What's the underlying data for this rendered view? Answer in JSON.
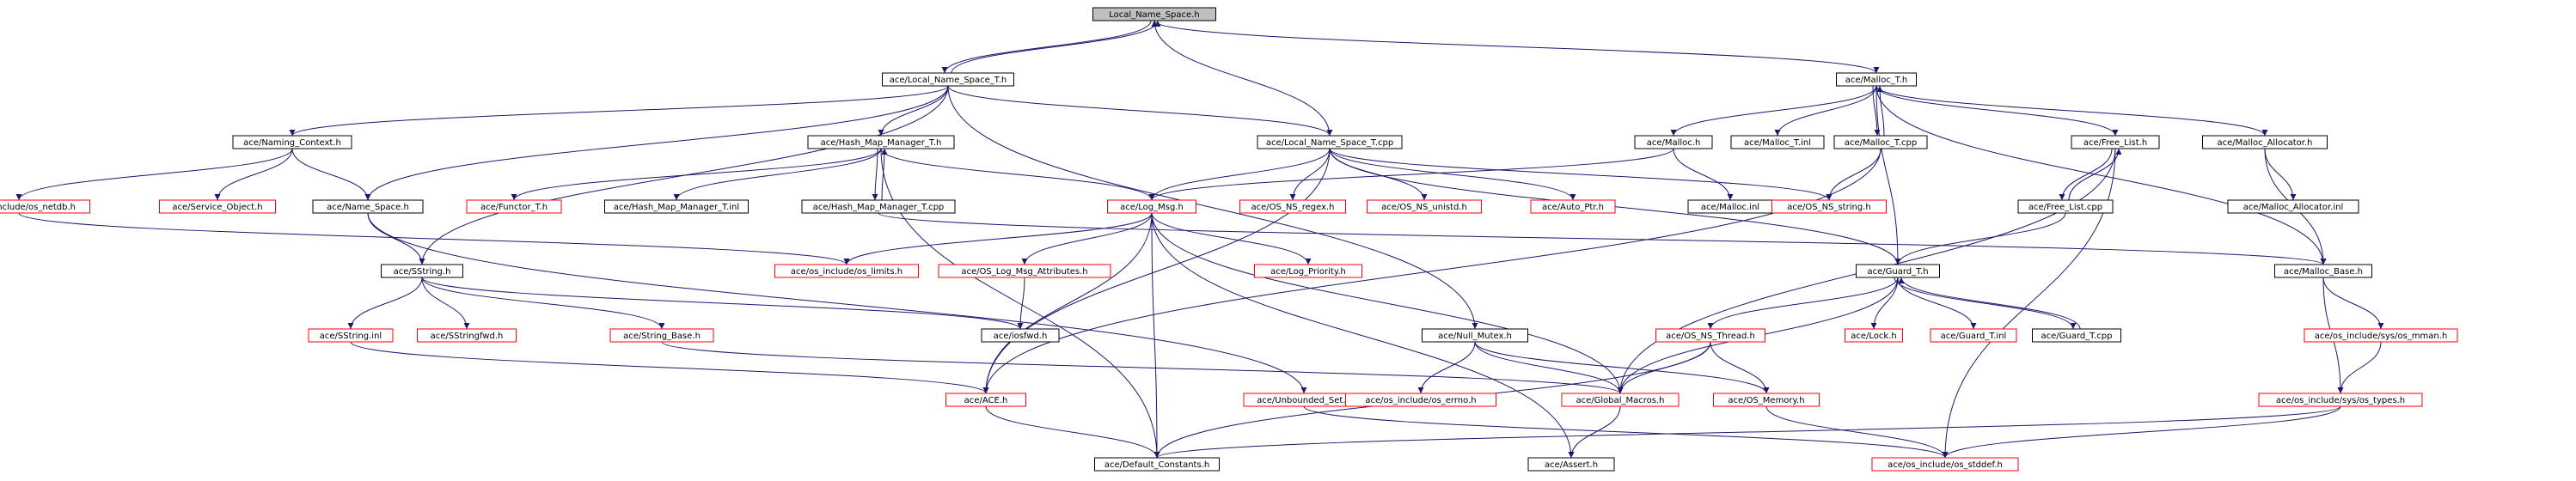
{
  "colors": {
    "edge": "#191970",
    "root_fill": "#bfbfbf",
    "node_border": "#000000",
    "missing_border": "#ff0000"
  },
  "nodes": {
    "local_name_space_h": {
      "label": "Local_Name_Space.h",
      "kind": "root"
    },
    "local_name_space_t_h": {
      "label": "ace/Local_Name_Space_T.h",
      "kind": "file"
    },
    "malloc_t_h": {
      "label": "ace/Malloc_T.h",
      "kind": "file"
    },
    "naming_context_h": {
      "label": "ace/Naming_Context.h",
      "kind": "file"
    },
    "hash_map_manager_t_h": {
      "label": "ace/Hash_Map_Manager_T.h",
      "kind": "file"
    },
    "local_name_space_t_cpp": {
      "label": "ace/Local_Name_Space_T.cpp",
      "kind": "file"
    },
    "malloc_h": {
      "label": "ace/Malloc.h",
      "kind": "file"
    },
    "malloc_t_inl": {
      "label": "ace/Malloc_T.inl",
      "kind": "file"
    },
    "malloc_t_cpp": {
      "label": "ace/Malloc_T.cpp",
      "kind": "file"
    },
    "free_list_h": {
      "label": "ace/Free_List.h",
      "kind": "file"
    },
    "malloc_allocator_h": {
      "label": "ace/Malloc_Allocator.h",
      "kind": "file"
    },
    "os_netdb_h": {
      "label": "ace/os_include/os_netdb.h",
      "kind": "missing"
    },
    "service_object_h": {
      "label": "ace/Service_Object.h",
      "kind": "missing"
    },
    "name_space_h": {
      "label": "ace/Name_Space.h",
      "kind": "file"
    },
    "functor_t_h": {
      "label": "ace/Functor_T.h",
      "kind": "missing"
    },
    "hash_map_manager_t_inl": {
      "label": "ace/Hash_Map_Manager_T.inl",
      "kind": "file"
    },
    "hash_map_manager_t_cpp": {
      "label": "ace/Hash_Map_Manager_T.cpp",
      "kind": "file"
    },
    "log_msg_h": {
      "label": "ace/Log_Msg.h",
      "kind": "missing"
    },
    "os_ns_regex_h": {
      "label": "ace/OS_NS_regex.h",
      "kind": "missing"
    },
    "os_ns_unistd_h": {
      "label": "ace/OS_NS_unistd.h",
      "kind": "missing"
    },
    "auto_ptr_h": {
      "label": "ace/Auto_Ptr.h",
      "kind": "missing"
    },
    "malloc_inl": {
      "label": "ace/Malloc.inl",
      "kind": "file"
    },
    "os_ns_string_h": {
      "label": "ace/OS_NS_string.h",
      "kind": "missing"
    },
    "free_list_cpp": {
      "label": "ace/Free_List.cpp",
      "kind": "file"
    },
    "malloc_allocator_inl": {
      "label": "ace/Malloc_Allocator.inl",
      "kind": "file"
    },
    "sstring_h": {
      "label": "ace/SString.h",
      "kind": "file"
    },
    "os_limits_h": {
      "label": "ace/os_include/os_limits.h",
      "kind": "missing"
    },
    "log_priority_h": {
      "label": "ace/Log_Priority.h",
      "kind": "missing"
    },
    "os_log_msg_attributes_h": {
      "label": "ace/OS_Log_Msg_Attributes.h",
      "kind": "missing"
    },
    "guard_t_h": {
      "label": "ace/Guard_T.h",
      "kind": "file"
    },
    "malloc_base_h": {
      "label": "ace/Malloc_Base.h",
      "kind": "file"
    },
    "sstring_inl": {
      "label": "ace/SString.inl",
      "kind": "missing"
    },
    "sstringfwd_h": {
      "label": "ace/SStringfwd.h",
      "kind": "missing"
    },
    "string_base_h": {
      "label": "ace/String_Base.h",
      "kind": "missing"
    },
    "iosfwd_h": {
      "label": "ace/iosfwd.h",
      "kind": "file"
    },
    "null_mutex_h": {
      "label": "ace/Null_Mutex.h",
      "kind": "file"
    },
    "os_ns_thread_h": {
      "label": "ace/OS_NS_Thread.h",
      "kind": "missing"
    },
    "lock_h": {
      "label": "ace/Lock.h",
      "kind": "missing"
    },
    "guard_t_inl": {
      "label": "ace/Guard_T.inl",
      "kind": "missing"
    },
    "guard_t_cpp": {
      "label": "ace/Guard_T.cpp",
      "kind": "file"
    },
    "os_mman_h": {
      "label": "ace/os_include/sys/os_mman.h",
      "kind": "missing"
    },
    "ace_h": {
      "label": "ace/ACE.h",
      "kind": "missing"
    },
    "unbounded_set_h": {
      "label": "ace/Unbounded_Set.h",
      "kind": "missing"
    },
    "os_errno_h": {
      "label": "ace/os_include/os_errno.h",
      "kind": "missing"
    },
    "global_macros_h": {
      "label": "ace/Global_Macros.h",
      "kind": "missing"
    },
    "os_memory_h": {
      "label": "ace/OS_Memory.h",
      "kind": "missing"
    },
    "os_types_h": {
      "label": "ace/os_include/sys/os_types.h",
      "kind": "missing"
    },
    "default_constants_h": {
      "label": "ace/Default_Constants.h",
      "kind": "file"
    },
    "assert_h": {
      "label": "ace/Assert.h",
      "kind": "file"
    },
    "os_stddef_h": {
      "label": "ace/os_include/os_stddef.h",
      "kind": "missing"
    }
  },
  "edges": [
    [
      "local_name_space_h",
      "local_name_space_t_h"
    ],
    [
      "local_name_space_t_h",
      "local_name_space_h"
    ],
    [
      "local_name_space_h",
      "malloc_t_h"
    ],
    [
      "local_name_space_t_h",
      "naming_context_h"
    ],
    [
      "local_name_space_t_h",
      "hash_map_manager_t_h"
    ],
    [
      "local_name_space_t_h",
      "local_name_space_t_cpp"
    ],
    [
      "local_name_space_t_h",
      "name_space_h"
    ],
    [
      "local_name_space_t_h",
      "sstring_h"
    ],
    [
      "local_name_space_t_h",
      "null_mutex_h"
    ],
    [
      "local_name_space_t_cpp",
      "local_name_space_h"
    ],
    [
      "local_name_space_t_cpp",
      "log_msg_h"
    ],
    [
      "local_name_space_t_cpp",
      "os_ns_regex_h"
    ],
    [
      "local_name_space_t_cpp",
      "os_ns_unistd_h"
    ],
    [
      "local_name_space_t_cpp",
      "auto_ptr_h"
    ],
    [
      "local_name_space_t_cpp",
      "os_ns_string_h"
    ],
    [
      "local_name_space_t_cpp",
      "guard_t_h"
    ],
    [
      "local_name_space_t_cpp",
      "ace_h"
    ],
    [
      "naming_context_h",
      "os_netdb_h"
    ],
    [
      "naming_context_h",
      "service_object_h"
    ],
    [
      "naming_context_h",
      "name_space_h"
    ],
    [
      "os_netdb_h",
      "os_limits_h"
    ],
    [
      "name_space_h",
      "sstring_h"
    ],
    [
      "name_space_h",
      "unbounded_set_h"
    ],
    [
      "hash_map_manager_t_h",
      "functor_t_h"
    ],
    [
      "hash_map_manager_t_h",
      "hash_map_manager_t_inl"
    ],
    [
      "hash_map_manager_t_h",
      "hash_map_manager_t_cpp"
    ],
    [
      "hash_map_manager_t_cpp",
      "hash_map_manager_t_h"
    ],
    [
      "hash_map_manager_t_h",
      "log_msg_h"
    ],
    [
      "hash_map_manager_t_h",
      "default_constants_h"
    ],
    [
      "hash_map_manager_t_cpp",
      "malloc_base_h"
    ],
    [
      "malloc_t_h",
      "malloc_h"
    ],
    [
      "malloc_t_h",
      "malloc_t_inl"
    ],
    [
      "malloc_t_h",
      "malloc_t_cpp"
    ],
    [
      "malloc_t_cpp",
      "malloc_t_h"
    ],
    [
      "malloc_t_h",
      "free_list_h"
    ],
    [
      "malloc_t_h",
      "malloc_allocator_h"
    ],
    [
      "malloc_t_h",
      "guard_t_h"
    ],
    [
      "malloc_t_h",
      "malloc_base_h"
    ],
    [
      "malloc_h",
      "log_msg_h"
    ],
    [
      "malloc_h",
      "malloc_inl"
    ],
    [
      "malloc_t_cpp",
      "os_ns_string_h"
    ],
    [
      "malloc_t_cpp",
      "ace_h"
    ],
    [
      "free_list_h",
      "free_list_cpp"
    ],
    [
      "free_list_cpp",
      "free_list_h"
    ],
    [
      "free_list_h",
      "global_macros_h"
    ],
    [
      "free_list_h",
      "os_stddef_h"
    ],
    [
      "free_list_cpp",
      "guard_t_h"
    ],
    [
      "malloc_allocator_h",
      "malloc_allocator_inl"
    ],
    [
      "malloc_allocator_h",
      "malloc_base_h"
    ],
    [
      "log_msg_h",
      "os_limits_h"
    ],
    [
      "log_msg_h",
      "os_log_msg_attributes_h"
    ],
    [
      "log_msg_h",
      "log_priority_h"
    ],
    [
      "log_msg_h",
      "default_constants_h"
    ],
    [
      "log_msg_h",
      "global_macros_h"
    ],
    [
      "log_msg_h",
      "assert_h"
    ],
    [
      "log_msg_h",
      "ace_h"
    ],
    [
      "os_log_msg_attributes_h",
      "iosfwd_h"
    ],
    [
      "sstring_h",
      "sstring_inl"
    ],
    [
      "sstring_h",
      "sstringfwd_h"
    ],
    [
      "sstring_h",
      "string_base_h"
    ],
    [
      "sstring_h",
      "iosfwd_h"
    ],
    [
      "sstring_inl",
      "ace_h"
    ],
    [
      "string_base_h",
      "global_macros_h"
    ],
    [
      "ace_h",
      "default_constants_h"
    ],
    [
      "guard_t_h",
      "os_ns_thread_h"
    ],
    [
      "guard_t_h",
      "lock_h"
    ],
    [
      "guard_t_h",
      "guard_t_inl"
    ],
    [
      "guard_t_h",
      "guard_t_cpp"
    ],
    [
      "guard_t_cpp",
      "guard_t_h"
    ],
    [
      "guard_t_h",
      "global_macros_h"
    ],
    [
      "os_ns_thread_h",
      "global_macros_h"
    ],
    [
      "os_ns_thread_h",
      "os_memory_h"
    ],
    [
      "os_ns_thread_h",
      "default_constants_h"
    ],
    [
      "null_mutex_h",
      "os_errno_h"
    ],
    [
      "null_mutex_h",
      "global_macros_h"
    ],
    [
      "null_mutex_h",
      "os_memory_h"
    ],
    [
      "global_macros_h",
      "assert_h"
    ],
    [
      "os_memory_h",
      "os_stddef_h"
    ],
    [
      "malloc_base_h",
      "os_mman_h"
    ],
    [
      "malloc_base_h",
      "os_types_h"
    ],
    [
      "os_mman_h",
      "os_types_h"
    ],
    [
      "os_types_h",
      "default_constants_h"
    ],
    [
      "os_types_h",
      "os_stddef_h"
    ],
    [
      "unbounded_set_h",
      "os_stddef_h"
    ]
  ]
}
